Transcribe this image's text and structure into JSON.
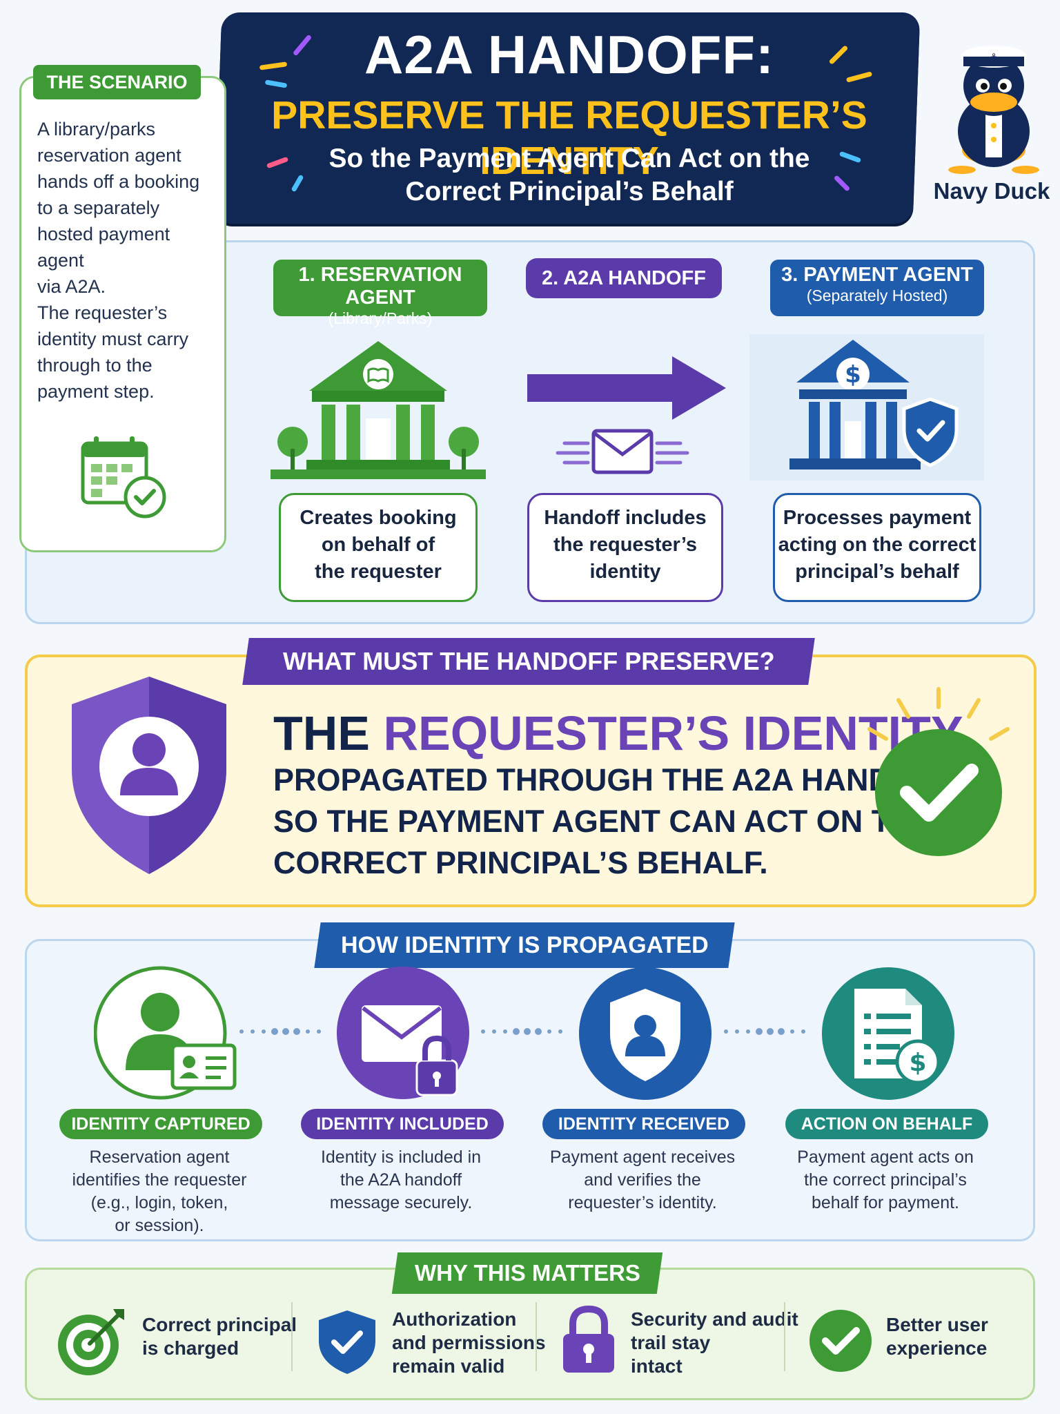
{
  "header": {
    "title": "A2A HANDOFF:",
    "subtitle": "PRESERVE THE REQUESTER’S IDENTITY",
    "tagline_line1": "So the Payment Agent Can Act on the",
    "tagline_line2": "Correct Principal’s Behalf"
  },
  "mascot": {
    "label": "Navy Duck"
  },
  "scenario": {
    "tag": "THE SCENARIO",
    "paragraph1": [
      "A library/parks",
      "reservation agent",
      "hands off a booking",
      "to a separately",
      "hosted payment agent",
      "via A2A."
    ],
    "paragraph2": [
      "The requester’s",
      "identity must carry",
      "through to the",
      "payment step."
    ]
  },
  "flow": {
    "steps": [
      {
        "title": "1. RESERVATION AGENT",
        "subtitle": "(Library/Parks)",
        "desc": [
          "Creates booking",
          "on behalf of",
          "the requester"
        ],
        "color": "#3e9a35"
      },
      {
        "title": "2. A2A HANDOFF",
        "subtitle": "",
        "desc": [
          "Handoff includes",
          "the requester’s",
          "identity"
        ],
        "color": "#5b3ba9"
      },
      {
        "title": "3. PAYMENT AGENT",
        "subtitle": "(Separately Hosted)",
        "desc": [
          "Processes payment",
          "acting on the correct",
          "principal’s behalf"
        ],
        "color": "#1f5cab"
      }
    ]
  },
  "preserve": {
    "tag": "WHAT MUST THE HANDOFF PRESERVE?",
    "line1_prefix": "THE ",
    "line1_highlight": "REQUESTER’S IDENTITY,",
    "line2": "PROPAGATED THROUGH THE A2A HANDOFF",
    "line3": "SO THE PAYMENT AGENT CAN ACT ON THE",
    "line4": "CORRECT PRINCIPAL’S BEHALF."
  },
  "propagation": {
    "tag": "HOW IDENTITY IS PROPAGATED",
    "stages": [
      {
        "label": "IDENTITY CAPTURED",
        "desc": [
          "Reservation agent",
          "identifies the requester",
          "(e.g., login, token,",
          "or session)."
        ],
        "color": "#3e9a35"
      },
      {
        "label": "IDENTITY INCLUDED",
        "desc": [
          "Identity is included in",
          "the A2A handoff",
          "message securely."
        ],
        "color": "#5b3ba9"
      },
      {
        "label": "IDENTITY RECEIVED",
        "desc": [
          "Payment agent receives",
          "and verifies the",
          "requester’s identity."
        ],
        "color": "#1f5cab"
      },
      {
        "label": "ACTION ON BEHALF",
        "desc": [
          "Payment agent acts on",
          "the correct principal’s",
          "behalf for payment."
        ],
        "color": "#1f8a7e"
      }
    ]
  },
  "why": {
    "tag": "WHY THIS MATTERS",
    "items": [
      {
        "lines": [
          "Correct principal",
          "is charged"
        ]
      },
      {
        "lines": [
          "Authorization",
          "and permissions",
          "remain valid"
        ]
      },
      {
        "lines": [
          "Security and audit",
          "trail stay",
          "intact"
        ]
      },
      {
        "lines": [
          "Better user",
          "experience"
        ]
      }
    ]
  }
}
